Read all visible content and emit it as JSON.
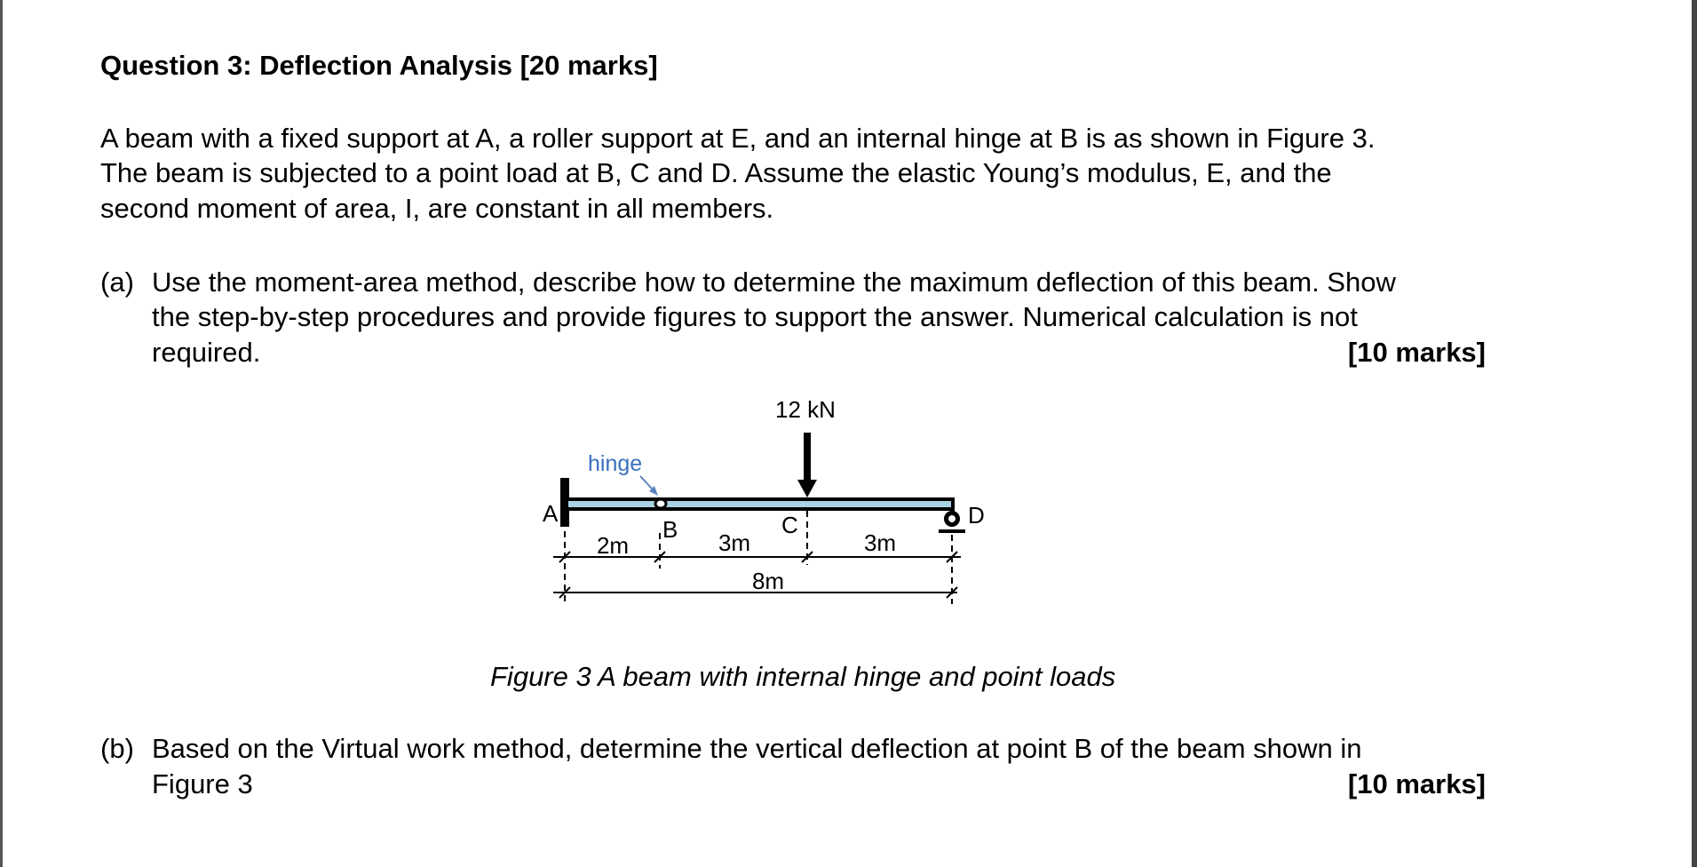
{
  "question": {
    "title": "Question 3: Deflection Analysis [20 marks]",
    "intro": [
      "A beam with a fixed support at A, a roller support at E, and an internal hinge at B is as shown in Figure 3.",
      "The beam is subjected to a point load at B, C and D. Assume the elastic Young’s modulus, E, and the",
      "second moment of area, I, are constant in all members."
    ],
    "part_a": {
      "label": "(a)",
      "lines": [
        "Use the moment-area method, describe how to determine the maximum deflection of this beam.  Show",
        "the step-by-step procedures and provide figures to support the answer. Numerical calculation is not",
        "required."
      ],
      "marks": "[10 marks]"
    },
    "part_b": {
      "label": "(b)",
      "lines": [
        "Based on the Virtual work method, determine the vertical deflection at point B of the beam shown in",
        "Figure 3"
      ],
      "marks": "[10 marks]"
    }
  },
  "figure": {
    "caption": "Figure 3 A beam with internal hinge and point loads",
    "load_label": "12 kN",
    "hinge_label": "hinge",
    "points": {
      "A": "A",
      "B": "B",
      "C": "C",
      "D": "D"
    },
    "dimensions": {
      "ab": "2m",
      "bc": "3m",
      "cd": "3m",
      "total": "8m"
    },
    "colors": {
      "beam_fill": "#a9d3e3",
      "hinge_label": "#3a70c0",
      "hinge_arrow": "#5b83c0"
    }
  }
}
